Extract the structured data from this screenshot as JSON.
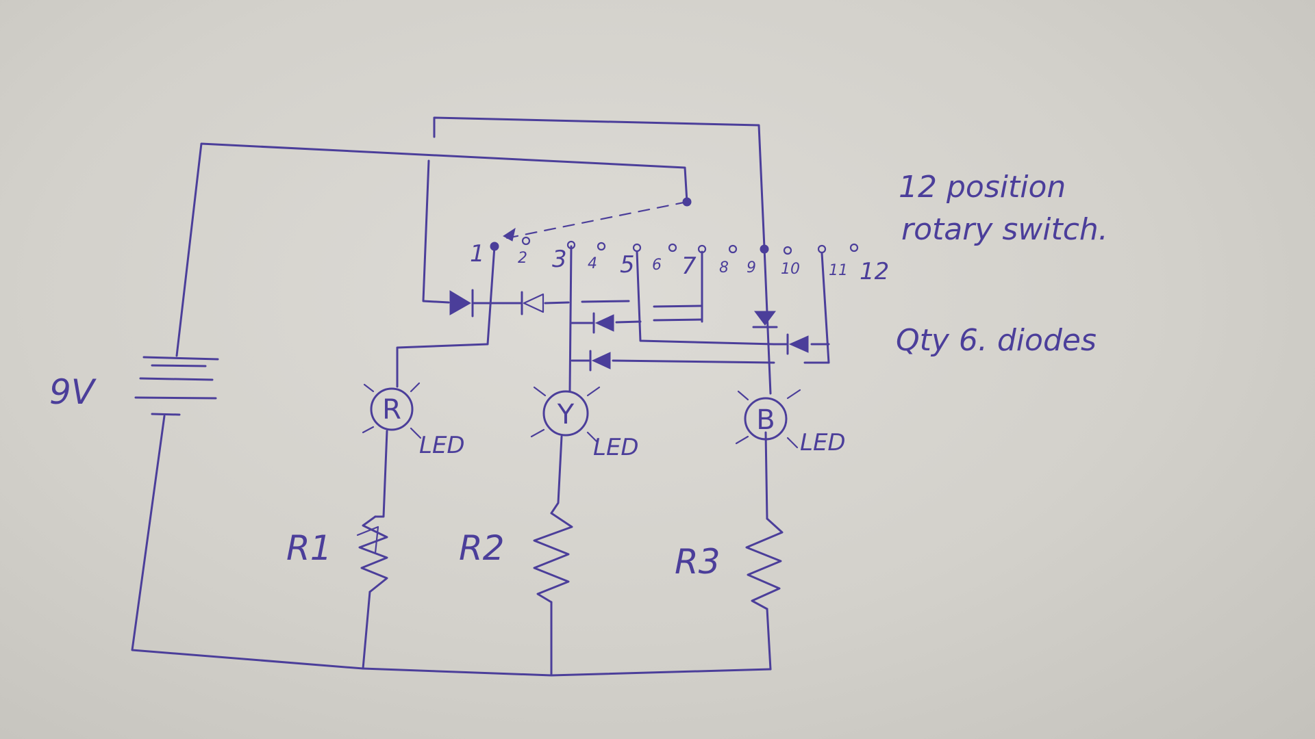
{
  "battery": {
    "label": "9V"
  },
  "switch": {
    "title_line1": "12 position",
    "title_line2": "rotary switch.",
    "positions": [
      "1",
      "2",
      "3",
      "4",
      "5",
      "6",
      "7",
      "8",
      "9",
      "10",
      "11",
      "12"
    ]
  },
  "diodes": {
    "note": "Qty 6. diodes"
  },
  "leds": [
    {
      "letter": "R",
      "tag": "LED"
    },
    {
      "letter": "Y",
      "tag": "LED"
    },
    {
      "letter": "B",
      "tag": "LED"
    }
  ],
  "resistors": [
    "R1",
    "R2",
    "R3"
  ],
  "colors": {
    "ink": "#4b3e9a",
    "paper": "#d8d6d0"
  }
}
